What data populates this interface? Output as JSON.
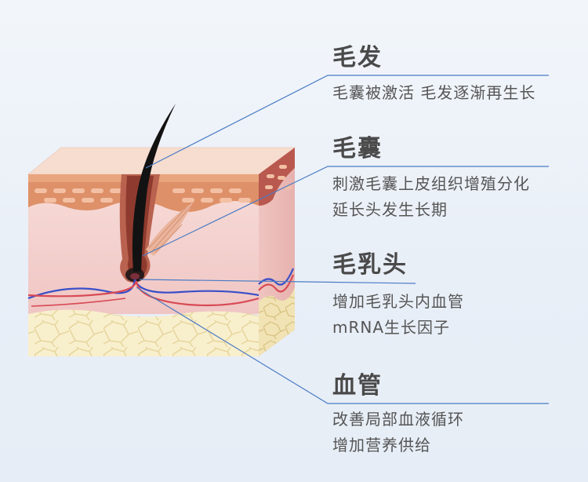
{
  "labels": [
    {
      "id": "hair",
      "title": "毛发",
      "lines": [
        "毛囊被激活 毛发逐渐再生长"
      ]
    },
    {
      "id": "follicle",
      "title": "毛囊",
      "lines": [
        "刺激毛囊上皮组织增殖分化",
        "延长头发生长期"
      ]
    },
    {
      "id": "papilla",
      "title": "毛乳头",
      "lines": [
        "增加毛乳头内血管",
        "mRNA生长因子"
      ]
    },
    {
      "id": "vessel",
      "title": "血管",
      "lines": [
        "改善局部血液循环",
        "增加营养供给"
      ]
    }
  ],
  "colors": {
    "leader_line": "#4a7bc4",
    "title": "#4a4a4a",
    "text": "#555555",
    "epidermis": "#d98a62",
    "dermis": "#f3cfcf",
    "fat": "#f6ecc8",
    "hair": "#1a1a1a",
    "artery": "#d84a55",
    "vein": "#3a4fc8"
  }
}
